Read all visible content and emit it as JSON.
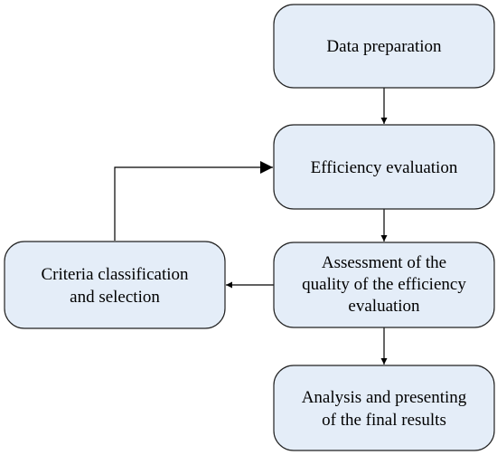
{
  "colors": {
    "node_fill": "#e4edf8",
    "node_stroke": "#222222",
    "edge": "#000000"
  },
  "nodes": {
    "data_preparation": {
      "lines": [
        "Data preparation"
      ]
    },
    "efficiency_evaluation": {
      "lines": [
        "Efficiency evaluation"
      ]
    },
    "assessment_quality": {
      "lines": [
        "Assessment of the",
        "quality of the efficiency",
        "evaluation"
      ]
    },
    "criteria_classification": {
      "lines": [
        "Criteria classification",
        "and selection"
      ]
    },
    "analysis_results": {
      "lines": [
        "Analysis and presenting",
        "of the final results"
      ]
    }
  },
  "edges": [
    {
      "from": "data_preparation",
      "to": "efficiency_evaluation"
    },
    {
      "from": "efficiency_evaluation",
      "to": "assessment_quality"
    },
    {
      "from": "assessment_quality",
      "to": "criteria_classification"
    },
    {
      "from": "criteria_classification",
      "to": "efficiency_evaluation"
    },
    {
      "from": "assessment_quality",
      "to": "analysis_results"
    }
  ]
}
